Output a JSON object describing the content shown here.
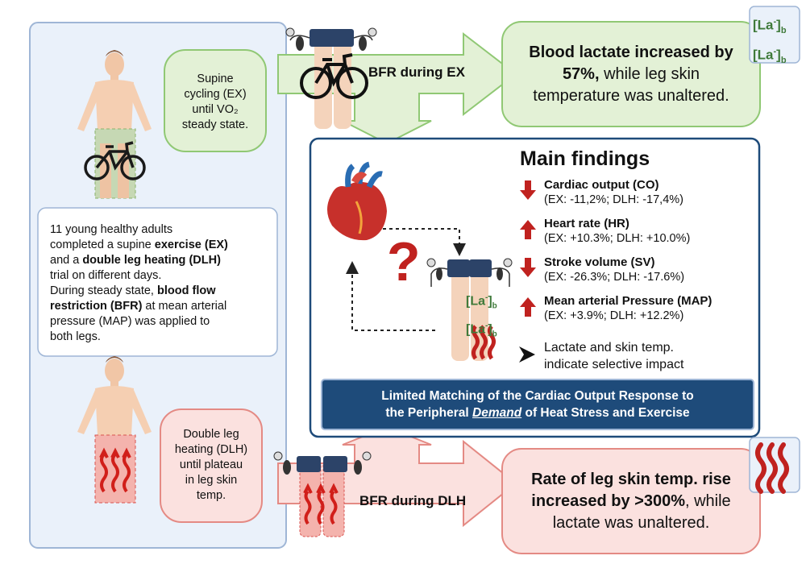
{
  "colors": {
    "panel_border": "#9fb6d6",
    "panel_fill": "#eaf1fa",
    "green_fill": "#e3f1d6",
    "green_border": "#90c874",
    "red_fill": "#fbe1df",
    "red_border": "#e48a84",
    "navy": "#1e4b7a",
    "down_arrow": "#c0221f",
    "up_arrow": "#c0221f"
  },
  "protocol": {
    "ex_bubble_lines": [
      "Supine",
      "cycling (EX)",
      "until VO₂",
      "steady state."
    ],
    "dlh_bubble_lines": [
      "Double leg",
      "heating (DLH)",
      "until plateau",
      "in leg skin",
      "temp."
    ],
    "description": {
      "line1": "11 young healthy adults",
      "line2_pre": "completed a supine ",
      "line2_bold": "exercise (EX)",
      "line3_pre": "and a ",
      "line3_bold": "double leg heating (DLH)",
      "line4": "trial on different days.",
      "line5": "During steady state, ",
      "line5_bold": "blood flow",
      "line6_bold": "restriction (BFR)",
      "line6_post": " at mean arterial",
      "line7": "pressure (MAP) was applied to",
      "line8": "both legs."
    }
  },
  "arrows": {
    "bfr_ex_label": "BFR during EX",
    "bfr_dlh_label": "BFR during DLH"
  },
  "results": {
    "ex_bold": "Blood lactate increased by",
    "ex_bold2": "57%,",
    "ex_rest": " while leg skin",
    "ex_rest2": "temperature was unaltered.",
    "dlh_line1": "Rate of leg skin temp. rise",
    "dlh_bold": "increased by >300%",
    "dlh_rest": ", while",
    "dlh_line3": "lactate was unaltered."
  },
  "lactate_symbol": {
    "la": "[La",
    "sup": "-",
    "close": "]",
    "sub": "b"
  },
  "findings": {
    "title": "Main findings",
    "question_mark": "?",
    "items": [
      {
        "name": "Cardiac output (CO)",
        "value": "(EX: -11,2%; DLH: -17,4%)",
        "direction": "down"
      },
      {
        "name": "Heart rate (HR)",
        "value": "(EX: +10.3%; DLH: +10.0%)",
        "direction": "up"
      },
      {
        "name": "Stroke volume (SV)",
        "value": "(EX: -26.3%; DLH: -17.6%)",
        "direction": "down"
      },
      {
        "name": "Mean arterial Pressure (MAP)",
        "value": "(EX: +3.9%; DLH: +12.2%)",
        "direction": "up"
      }
    ],
    "conclusion_line1": "Lactate and skin temp.",
    "conclusion_line2": "indicate selective impact",
    "banner_line1": "Limited Matching of the Cardiac Output Response to",
    "banner_pre": "the Peripheral ",
    "banner_em": "Demand",
    "banner_post": " of Heat Stress and Exercise"
  }
}
